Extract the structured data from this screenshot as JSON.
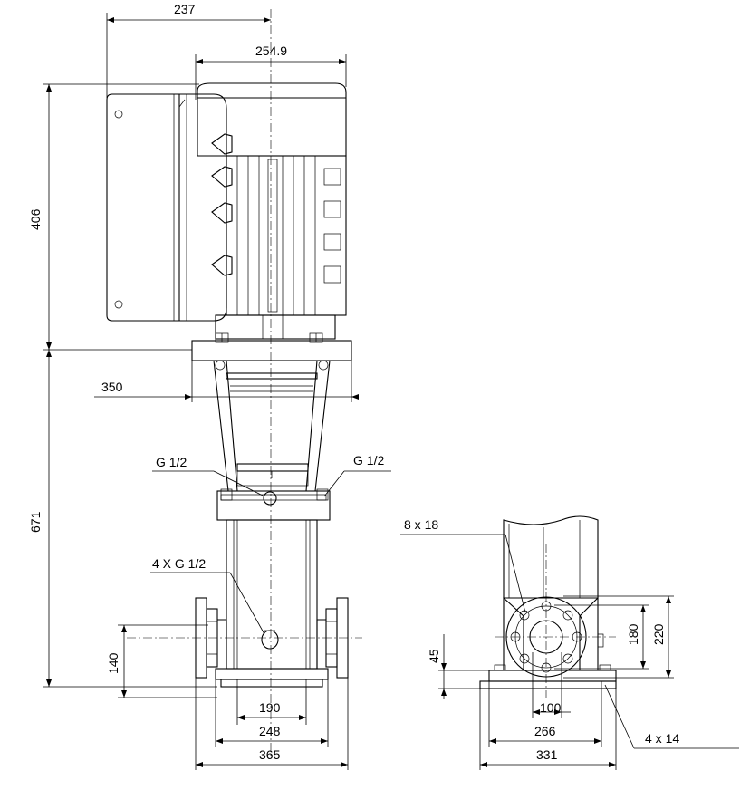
{
  "dimensions": {
    "top_width_237": "237",
    "motor_width_254_9": "254.9",
    "motor_height_406": "406",
    "bracket_350": "350",
    "total_height_671": "671",
    "g_half_left": "G 1/2",
    "g_half_right": "G 1/2",
    "four_x_g_half": "4 X G 1/2",
    "inlet_height_140": "140",
    "base_190": "190",
    "base_248": "248",
    "base_365": "365",
    "holes_8x18": "8 x 18",
    "flange_45": "45",
    "flange_180": "180",
    "flange_220": "220",
    "flange_100": "100",
    "base_266": "266",
    "base_331": "331",
    "holes_4x14": "4 x 14"
  }
}
